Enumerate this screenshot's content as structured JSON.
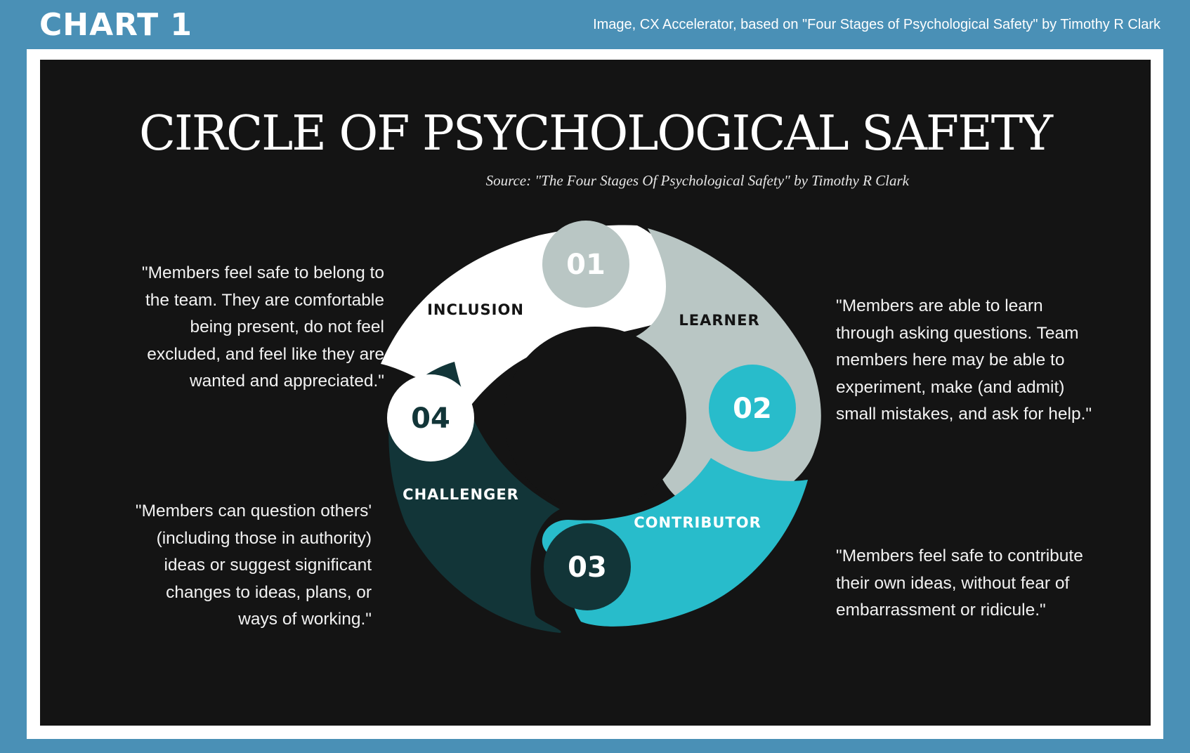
{
  "header": {
    "chart_label": "CHART 1",
    "credit": "Image, CX Accelerator, based on \"Four Stages of Psychological Safety\" by Timothy R Clark"
  },
  "figure": {
    "title": "CIRCLE OF PSYCHOLOGICAL SAFETY",
    "source": "Source: \"The Four Stages Of Psychological Safety\" by Timothy R Clark"
  },
  "stages": [
    {
      "number": "01",
      "label": "INCLUSION",
      "segment_color": "#ffffff",
      "circle_color": "#b9c6c4",
      "label_color": "#141414",
      "number_color": "#ffffff",
      "quote_lines": [
        "\"Members feel safe to belong to",
        "the team. They are comfortable",
        "being present, do not feel",
        "excluded, and feel like they are",
        "wanted and appreciated.\""
      ]
    },
    {
      "number": "02",
      "label": "LEARNER",
      "segment_color": "#b9c6c4",
      "circle_color": "#28bccb",
      "label_color": "#141414",
      "number_color": "#ffffff",
      "quote_lines": [
        "\"Members are able to learn",
        "through asking questions. Team",
        "members here may be able to",
        "experiment, make (and admit)",
        "small mistakes, and ask for help.\""
      ]
    },
    {
      "number": "03",
      "label": "CONTRIBUTOR",
      "segment_color": "#28bccb",
      "circle_color": "#123538",
      "label_color": "#ffffff",
      "number_color": "#ffffff",
      "quote_lines": [
        "\"Members feel safe to contribute",
        "their own ideas, without fear of",
        "embarrassment or ridicule.\""
      ]
    },
    {
      "number": "04",
      "label": "CHALLENGER",
      "segment_color": "#123538",
      "circle_color": "#ffffff",
      "label_color": "#ffffff",
      "number_color": "#123538",
      "quote_lines": [
        "\"Members can question others'",
        "(including those in authority)",
        "ideas or suggest significant",
        "changes to ideas, plans, or",
        "ways of working.\""
      ]
    }
  ],
  "colors": {
    "frame": "#4a90b6",
    "panel": "#141414"
  }
}
